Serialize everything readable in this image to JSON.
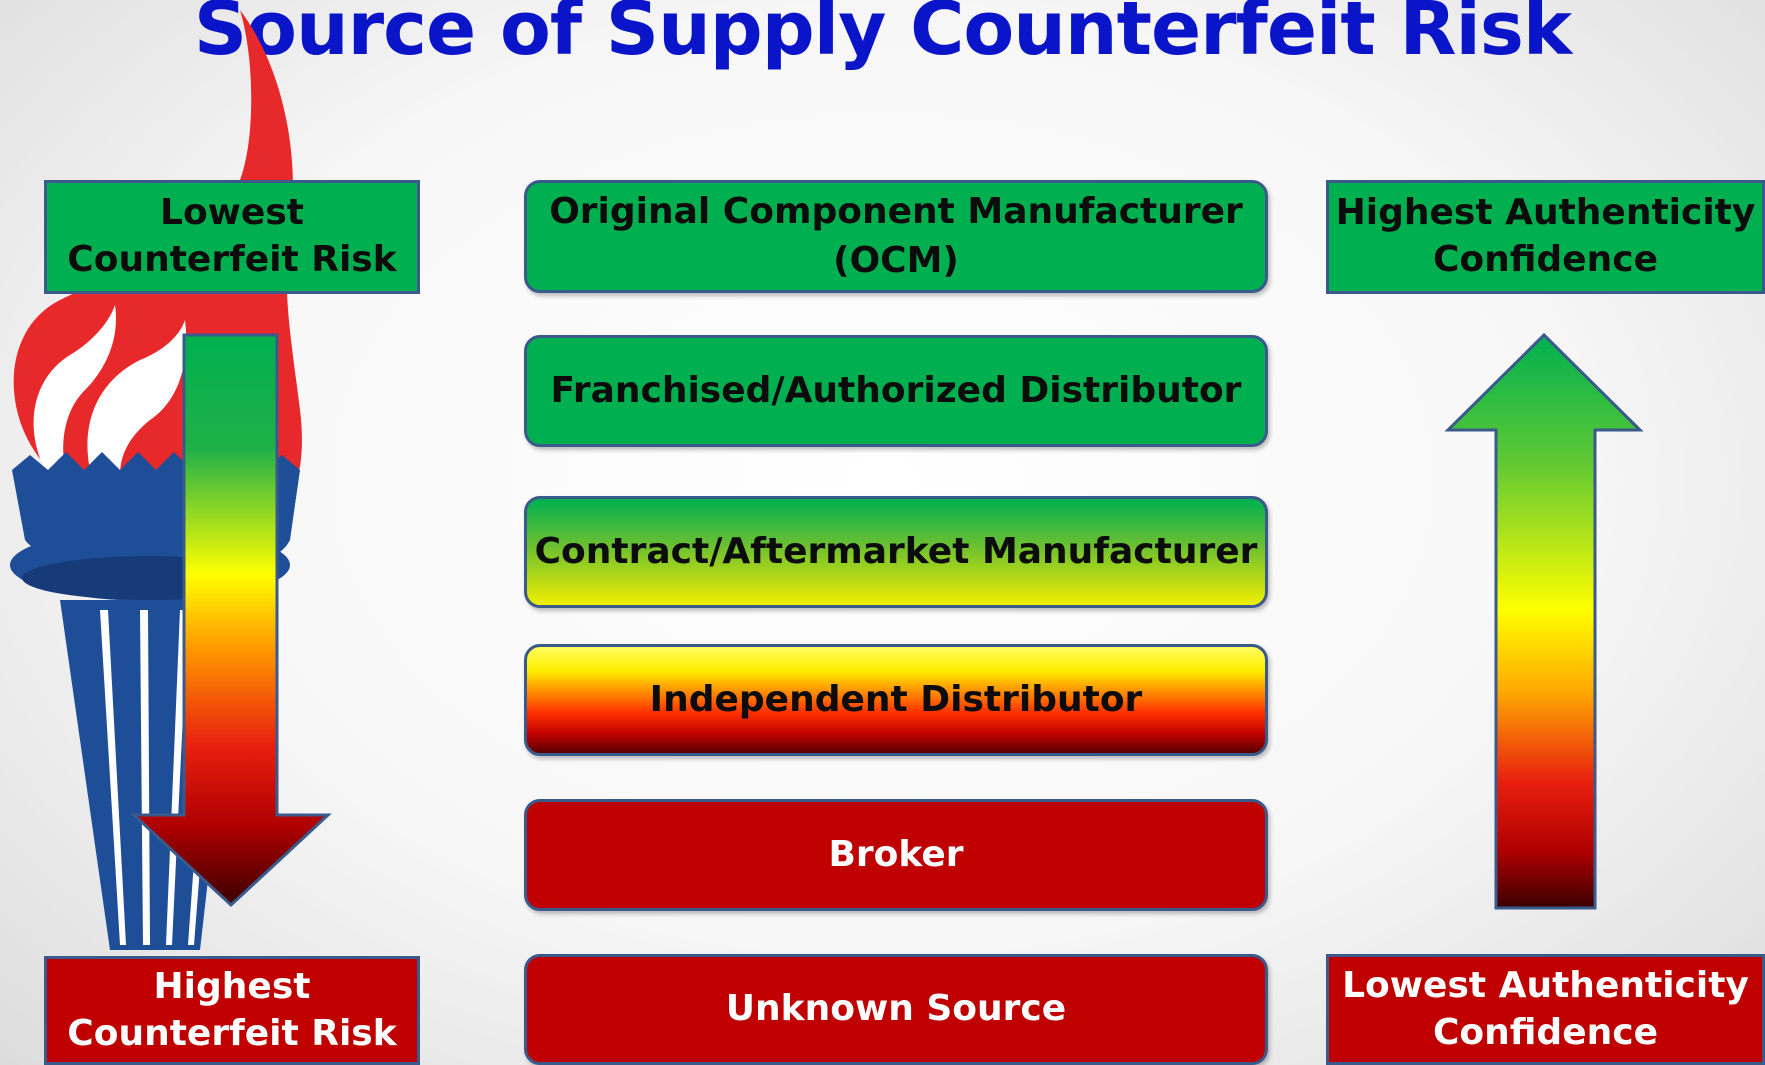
{
  "title": "Source of Supply Counterfeit Risk",
  "left": {
    "top_label": "Lowest\nCounterfeit Risk",
    "bottom_label": "Highest\nCounterfeit Risk"
  },
  "right": {
    "top_label": "Highest Authenticity\nConfidence",
    "bottom_label": "Lowest Authenticity\nConfidence"
  },
  "tiers": [
    {
      "label": "Original Component Manufacturer\n(OCM)"
    },
    {
      "label": "Franchised/Authorized Distributor"
    },
    {
      "label": "Contract/Aftermarket Manufacturer"
    },
    {
      "label": "Independent Distributor"
    },
    {
      "label": "Broker"
    },
    {
      "label": "Unknown Source"
    }
  ],
  "colors": {
    "title": "#0a14c8",
    "green": "#00b050",
    "yellow": "#ffff00",
    "red": "#c00000",
    "border": "#3a5a8c",
    "torch_flame": "#e8292c",
    "torch_body": "#1f4e99"
  },
  "icons": {
    "torch": "torch-logo-icon",
    "down_arrow": "arrow-down-icon",
    "up_arrow": "arrow-up-icon"
  }
}
